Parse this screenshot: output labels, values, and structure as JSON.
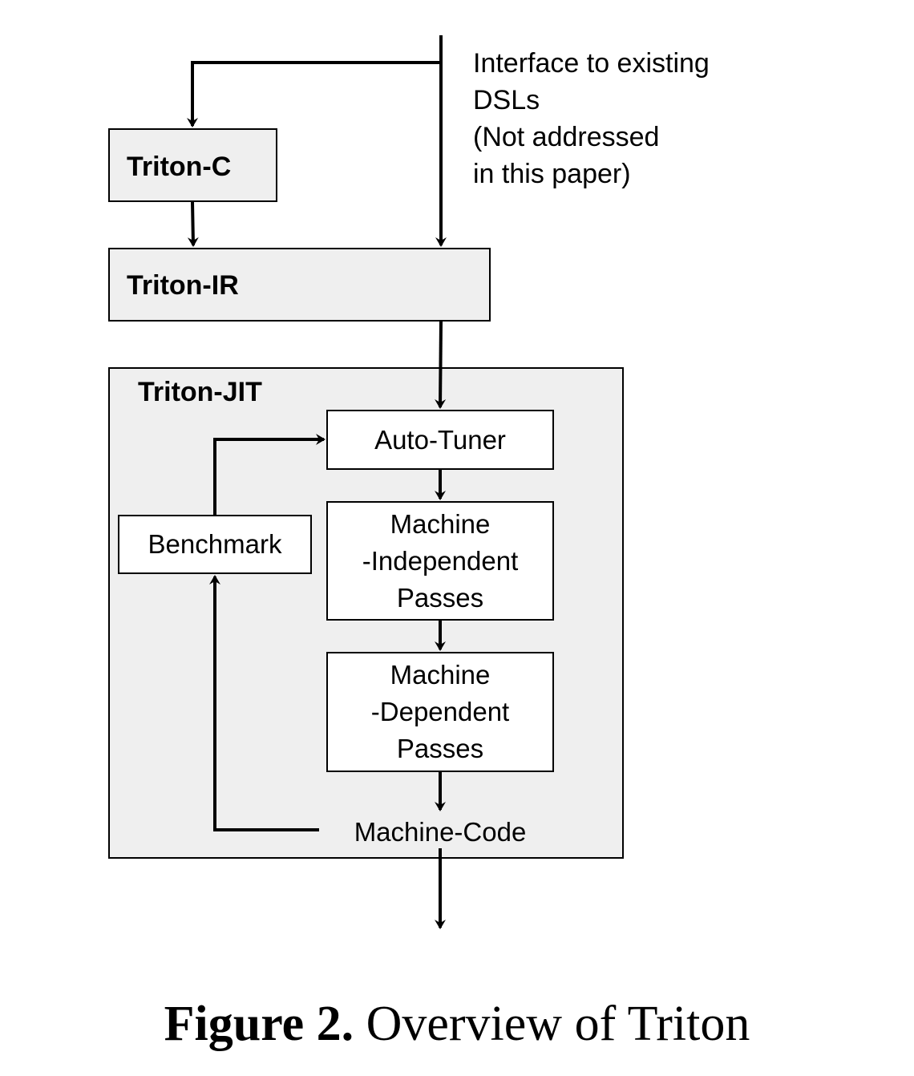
{
  "diagram": {
    "nodes": {
      "triton_c": "Triton-C",
      "triton_ir": "Triton-IR",
      "triton_jit": "Triton-JIT",
      "auto_tuner": "Auto-Tuner",
      "machine_independent": [
        "Machine",
        "-Independent",
        "Passes"
      ],
      "machine_dependent": [
        "Machine",
        "-Dependent",
        "Passes"
      ],
      "benchmark": "Benchmark",
      "machine_code": "Machine-Code"
    },
    "note_lines": [
      "Interface to existing",
      "DSLs",
      "(Not addressed",
      "in this paper)"
    ],
    "edges": [
      {
        "from": "input",
        "to": "triton_c"
      },
      {
        "from": "input",
        "to": "triton_ir"
      },
      {
        "from": "triton_c",
        "to": "triton_ir"
      },
      {
        "from": "triton_ir",
        "to": "auto_tuner"
      },
      {
        "from": "auto_tuner",
        "to": "machine_independent"
      },
      {
        "from": "machine_independent",
        "to": "machine_dependent"
      },
      {
        "from": "machine_dependent",
        "to": "machine_code"
      },
      {
        "from": "machine_code",
        "to": "benchmark"
      },
      {
        "from": "benchmark",
        "to": "auto_tuner"
      },
      {
        "from": "machine_code",
        "to": "output"
      }
    ]
  },
  "caption": {
    "label": "Figure 2.",
    "text": "Overview of Triton"
  }
}
